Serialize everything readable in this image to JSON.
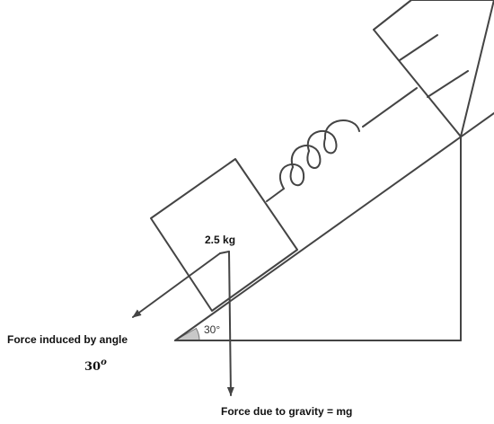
{
  "labels": {
    "mass": "2.5 kg",
    "incline_angle": "30°",
    "force_angle_line1": "Force induced by angle",
    "force_angle_value": "30",
    "force_angle_superscript": "o",
    "gravity": "Force due to gravity = mg"
  },
  "colors": {
    "line": "#444444",
    "angle_fill": "#c8c8c8",
    "text": "#111111"
  }
}
